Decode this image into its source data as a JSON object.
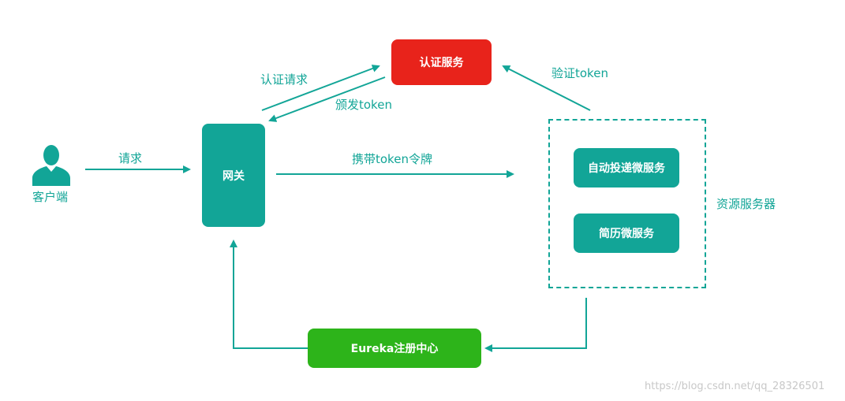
{
  "colors": {
    "teal": "#12a597",
    "red": "#e8231b",
    "green": "#2db41a",
    "arrow": "#12a597"
  },
  "nodes": {
    "client": "客户端",
    "gateway": "网关",
    "auth_service": "认证服务",
    "resume_delivery_service": "自动投递微服务",
    "resume_service": "简历微服务",
    "resource_server": "资源服务器",
    "eureka": "Eureka注册中心"
  },
  "edges": {
    "request": "请求",
    "auth_request": "认证请求",
    "issue_token": "颁发token",
    "carry_token": "携带token令牌",
    "verify_token": "验证token"
  },
  "watermark": "https://blog.csdn.net/qq_28326501",
  "icons": {
    "client": "user-icon"
  }
}
